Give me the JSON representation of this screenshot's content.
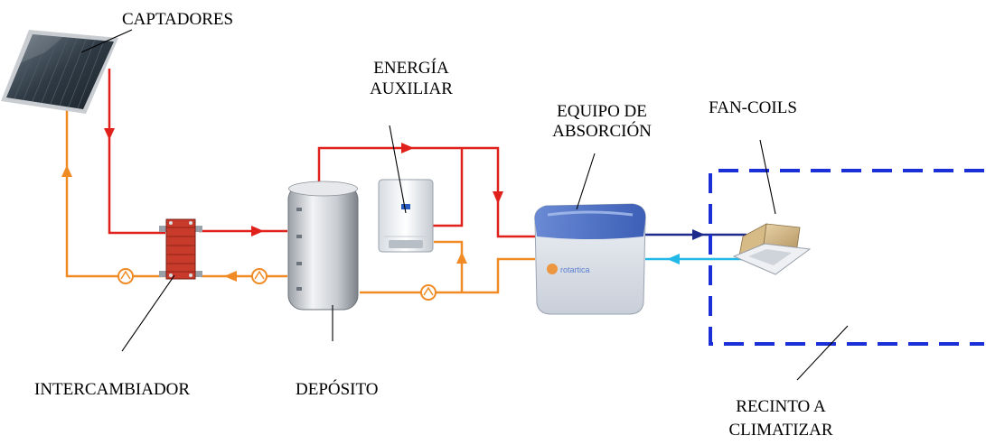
{
  "labels": {
    "captadores": "CAPTADORES",
    "energia_1": "ENERGÍA",
    "energia_2": "AUXILIAR",
    "equipo_1": "EQUIPO DE",
    "equipo_2": "ABSORCIÓN",
    "fancoils": "FAN-COILS",
    "intercambiador": "INTERCAMBIADOR",
    "deposito": "DEPÓSITO",
    "recinto_1": "RECINTO A",
    "recinto_2": "CLIMATIZAR"
  },
  "colors": {
    "hot_line": "#e0201b",
    "return_line": "#f08a24",
    "chilled_supply": "#1c2a8c",
    "chilled_return": "#22b8e8",
    "room_border": "#1a2fd6"
  },
  "components": {
    "solar_collector": "solar-collector",
    "heat_exchanger": "plate-heat-exchanger",
    "storage_tank": "storage-tank",
    "auxiliary_boiler": "auxiliary-boiler",
    "absorption_chiller": "absorption-chiller",
    "fan_coil": "fan-coil-unit",
    "pumps": [
      "pump-collector-loop",
      "pump-tank-loop",
      "pump-return-loop"
    ]
  },
  "chiller_brand": "rotartica"
}
